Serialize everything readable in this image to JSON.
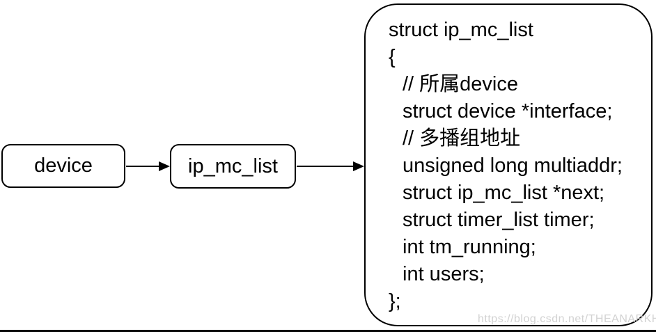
{
  "nodes": {
    "device": {
      "label": "device"
    },
    "ip_mc_list": {
      "label": "ip_mc_list"
    }
  },
  "struct_box": {
    "lines": [
      {
        "text": "struct ip_mc_list"
      },
      {
        "text": "{"
      },
      {
        "text": "// 所属device"
      },
      {
        "text": "struct device *interface;"
      },
      {
        "text": "// 多播组地址"
      },
      {
        "text": "unsigned long multiaddr;"
      },
      {
        "text": "struct ip_mc_list *next;"
      },
      {
        "text": "struct timer_list timer;"
      },
      {
        "text": "int tm_running;"
      },
      {
        "text": "int users;"
      },
      {
        "text": "};"
      }
    ]
  },
  "watermark": {
    "text": "https://blog.csdn.net/THEANARKH"
  },
  "colors": {
    "stroke": "#000000",
    "background": "#ffffff",
    "watermark": "#d2d2d2"
  }
}
